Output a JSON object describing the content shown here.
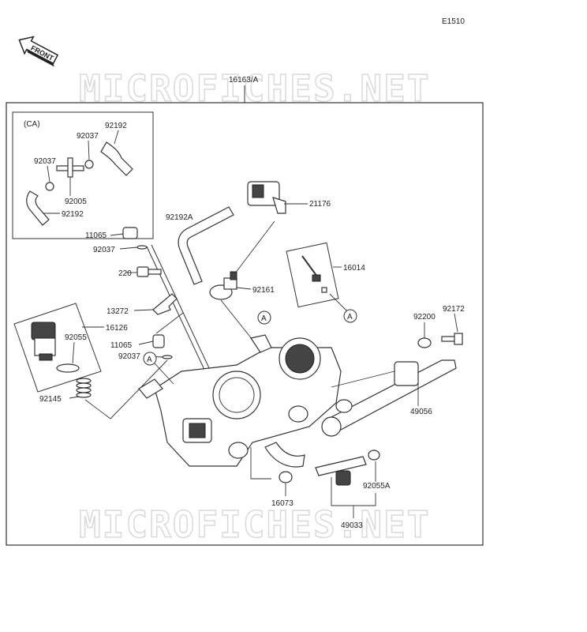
{
  "diagram_code": "E1510",
  "front_label": "FRONT",
  "watermark": "MICROFICHES.NET",
  "assembly_label": "16163/A",
  "ca_label": "(CA)",
  "ref_a": "A",
  "parts": {
    "p92192_ca_top": "92192",
    "p92037_ca_mid": "92037",
    "p92037_ca_left": "92037",
    "p92005": "92005",
    "p92192_ca_bot": "92192",
    "p92192A": "92192A",
    "p21176": "21176",
    "p11065_top": "11065",
    "p92037_top": "92037",
    "p220": "220",
    "p16014": "16014",
    "p92161": "92161",
    "p13272": "13272",
    "p16126": "16126",
    "p92055": "92055",
    "p11065_mid": "11065",
    "p92037_mid": "92037",
    "p92200": "92200",
    "p92172": "92172",
    "p92145": "92145",
    "p49056": "49056",
    "p92055A": "92055A",
    "p16073": "16073",
    "p49033": "49033"
  }
}
